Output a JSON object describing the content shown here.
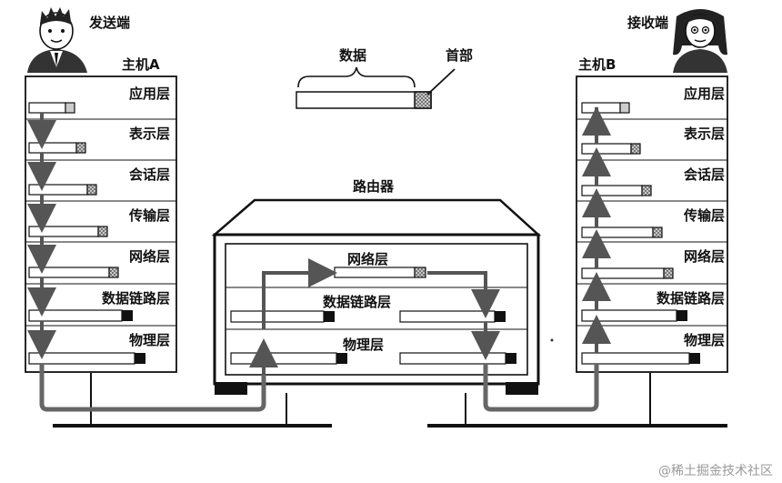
{
  "sender": {
    "caption": "发送端"
  },
  "receiver": {
    "caption": "接收端"
  },
  "host_a": {
    "title": "主机A",
    "layers": [
      "应用层",
      "表示层",
      "会话层",
      "传输层",
      "网络层",
      "数据链路层",
      "物理层"
    ]
  },
  "host_b": {
    "title": "主机B",
    "layers": [
      "应用层",
      "表示层",
      "会话层",
      "传输层",
      "网络层",
      "数据链路层",
      "物理层"
    ]
  },
  "packet_legend": {
    "data_label": "数据",
    "header_label": "首部"
  },
  "router": {
    "title": "路由器",
    "layers": [
      "网络层",
      "数据链路层",
      "物理层"
    ]
  },
  "watermark": "@稀土掘金技术社区"
}
